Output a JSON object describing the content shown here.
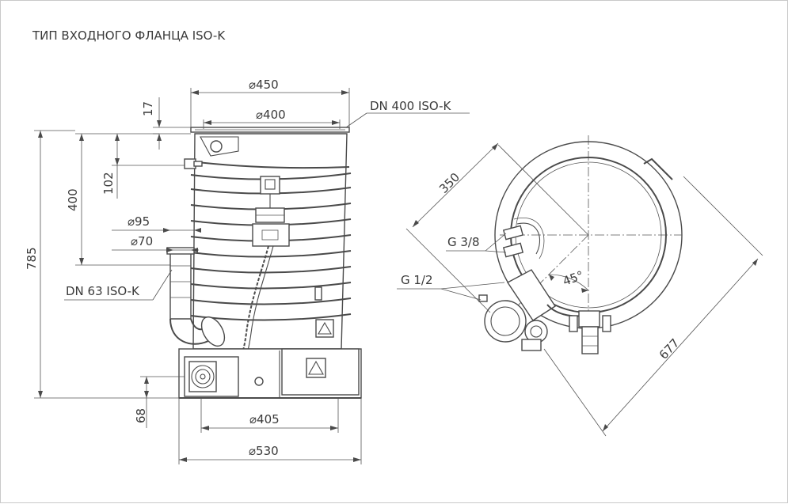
{
  "title": "ТИП ВХОДНОГО ФЛАНЦА ISO-K",
  "labels": {
    "d450": "⌀450",
    "d400": "⌀400",
    "dn400": "DN 400 ISO-K",
    "h17": "17",
    "h102": "102",
    "h400": "400",
    "h785": "785",
    "d95": "⌀95",
    "d70": "⌀70",
    "dn63": "DN 63 ISO-K",
    "h68": "68",
    "d405": "⌀405",
    "d530": "⌀530",
    "l350": "350",
    "g38": "G 3/8",
    "g12": "G 1/2",
    "a45": "45°",
    "l677": "677"
  },
  "colors": {
    "line": "#4a4a4a",
    "text": "#3a3a3a",
    "background": "#ffffff"
  }
}
